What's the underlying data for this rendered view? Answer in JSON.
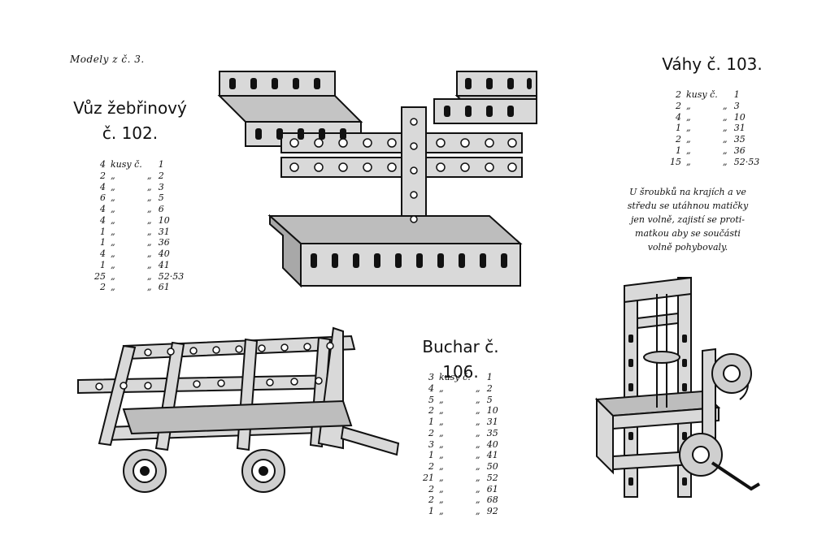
{
  "header_note": "Modely z č. 3.",
  "models": [
    {
      "id": "vuz",
      "title_line1": "Vůz žebřinový",
      "title_line2": "č. 102.",
      "rows": [
        {
          "qty": "4",
          "unit": "kusy č.",
          "ditto": "",
          "num": "1"
        },
        {
          "qty": "2",
          "unit": "„",
          "ditto": "„",
          "num": "2"
        },
        {
          "qty": "4",
          "unit": "„",
          "ditto": "„",
          "num": "3"
        },
        {
          "qty": "6",
          "unit": "„",
          "ditto": "„",
          "num": "5"
        },
        {
          "qty": "4",
          "unit": "„",
          "ditto": "„",
          "num": "6"
        },
        {
          "qty": "4",
          "unit": "„",
          "ditto": "„",
          "num": "10"
        },
        {
          "qty": "1",
          "unit": "„",
          "ditto": "„",
          "num": "31"
        },
        {
          "qty": "1",
          "unit": "„",
          "ditto": "„",
          "num": "36"
        },
        {
          "qty": "4",
          "unit": "„",
          "ditto": "„",
          "num": "40"
        },
        {
          "qty": "1",
          "unit": "„",
          "ditto": "„",
          "num": "41"
        },
        {
          "qty": "25",
          "unit": "„",
          "ditto": "„",
          "num": "52·53"
        },
        {
          "qty": "2",
          "unit": "„",
          "ditto": "„",
          "num": "61"
        }
      ]
    },
    {
      "id": "vahy",
      "title_line1": "Váhy č. 103.",
      "rows": [
        {
          "qty": "2",
          "unit": "kusy č.",
          "ditto": "",
          "num": "1"
        },
        {
          "qty": "2",
          "unit": "„",
          "ditto": "„",
          "num": "3"
        },
        {
          "qty": "4",
          "unit": "„",
          "ditto": "„",
          "num": "10"
        },
        {
          "qty": "1",
          "unit": "„",
          "ditto": "„",
          "num": "31"
        },
        {
          "qty": "2",
          "unit": "„",
          "ditto": "„",
          "num": "35"
        },
        {
          "qty": "1",
          "unit": "„",
          "ditto": "„",
          "num": "36"
        },
        {
          "qty": "15",
          "unit": "„",
          "ditto": "„",
          "num": "52·53"
        }
      ],
      "note_lines": [
        "U šroubků na krajích a ve",
        "středu se utáhnou matičky",
        "jen volně, zajistí se proti-",
        "matkou aby se součásti",
        "volně pohybovaly."
      ]
    },
    {
      "id": "buchar",
      "title_line1": "Buchar č. 106.",
      "rows": [
        {
          "qty": "3",
          "unit": "kusy č.",
          "ditto": "",
          "num": "1"
        },
        {
          "qty": "4",
          "unit": "„",
          "ditto": "„",
          "num": "2"
        },
        {
          "qty": "5",
          "unit": "„",
          "ditto": "„",
          "num": "5"
        },
        {
          "qty": "2",
          "unit": "„",
          "ditto": "„",
          "num": "10"
        },
        {
          "qty": "1",
          "unit": "„",
          "ditto": "„",
          "num": "31"
        },
        {
          "qty": "2",
          "unit": "„",
          "ditto": "„",
          "num": "35"
        },
        {
          "qty": "3",
          "unit": "„",
          "ditto": "„",
          "num": "40"
        },
        {
          "qty": "1",
          "unit": "„",
          "ditto": "„",
          "num": "41"
        },
        {
          "qty": "2",
          "unit": "„",
          "ditto": "„",
          "num": "50"
        },
        {
          "qty": "21",
          "unit": "„",
          "ditto": "„",
          "num": "52"
        },
        {
          "qty": "2",
          "unit": "„",
          "ditto": "„",
          "num": "61"
        },
        {
          "qty": "2",
          "unit": "„",
          "ditto": "„",
          "num": "68"
        },
        {
          "qty": "1",
          "unit": "„",
          "ditto": "„",
          "num": "92"
        }
      ]
    }
  ],
  "illustrations": {
    "scale": "scale-model-illustration",
    "wagon": "ladder-wagon-illustration",
    "hammer": "drop-hammer-illustration"
  }
}
